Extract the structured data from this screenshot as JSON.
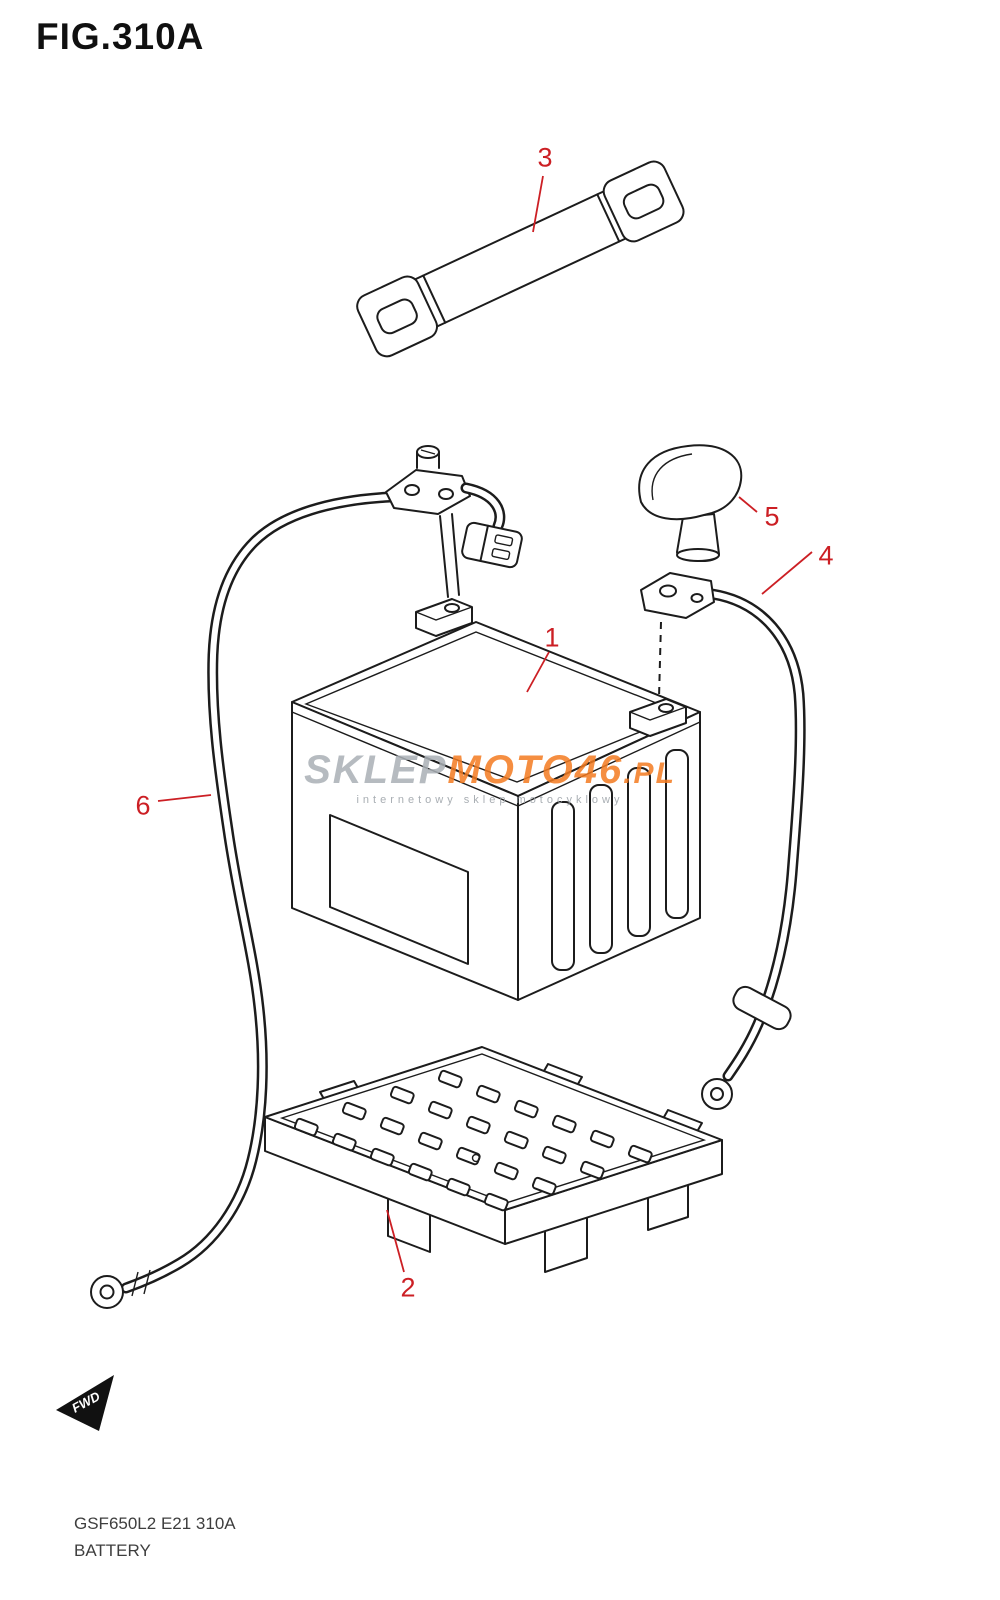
{
  "page": {
    "title": "FIG.310A",
    "footer_line1": "GSF650L2 E21 310A",
    "footer_line2": "BATTERY",
    "fwd_label": "FWD"
  },
  "colors": {
    "line": "#1c1c1c",
    "callout_red": "#cc1f24",
    "watermark_orange": "#f47b20",
    "watermark_gray": "#aab0b6",
    "background": "#ffffff"
  },
  "watermark": {
    "part1": "SKLEP",
    "part2": "MOTO46",
    "part3": ".PL",
    "tagline": "internetowy sklep motocyklowy"
  },
  "callouts": [
    {
      "num": "1"
    },
    {
      "num": "2"
    },
    {
      "num": "3"
    },
    {
      "num": "4"
    },
    {
      "num": "5"
    },
    {
      "num": "6"
    }
  ]
}
